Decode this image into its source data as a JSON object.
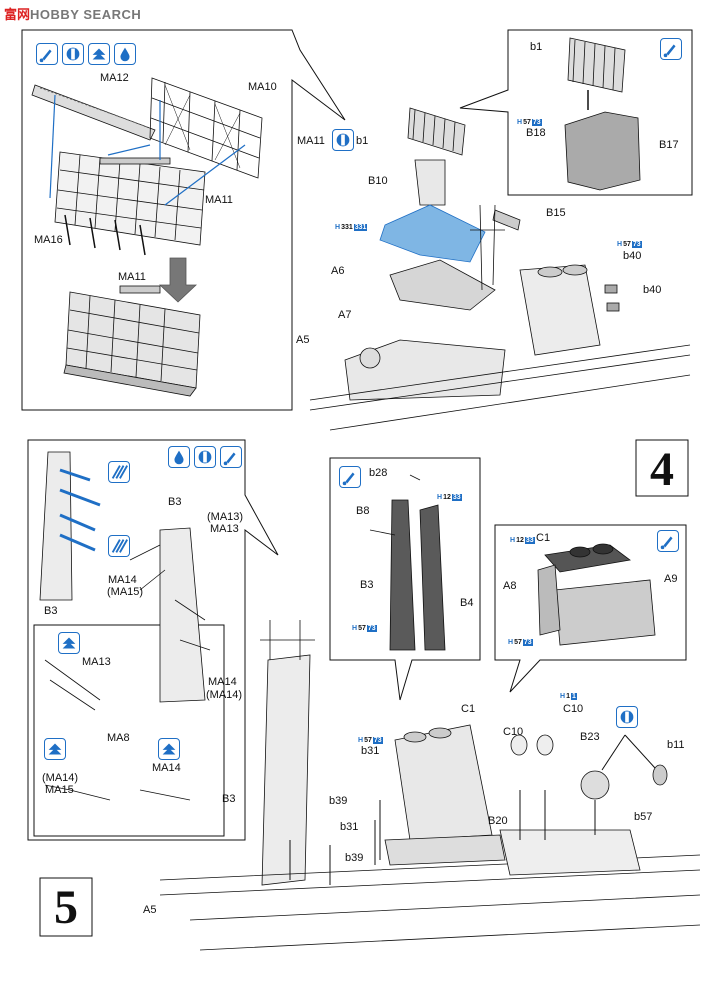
{
  "watermark": {
    "prefix": "富",
    "text": "OBBY SEARCH",
    "middle": "网",
    "lead": "H"
  },
  "steps": {
    "four": "4",
    "five": "5"
  },
  "colors": {
    "accent_blue": "#1f6fc5",
    "highlight_blue": "#7fb6e4",
    "line": "#111111",
    "part_gray": "#9a9a9a",
    "part_dark": "#5a5a5a"
  },
  "icons": {
    "callout_a": [
      "glue-tube-icon",
      "rotate-both-sides-icon",
      "fold-up-icon",
      "paint-drop-icon"
    ],
    "callout_b1": [
      "glue-tube-icon"
    ],
    "ma11_side": [
      "rotate-both-sides-icon"
    ],
    "step5_top": [
      "paint-drop-icon",
      "rotate-both-sides-icon",
      "glue-tube-icon"
    ],
    "step5_small": [
      "fold-up-icon",
      "fold-up-icon",
      "fold-up-icon"
    ],
    "b28_box": [
      "glue-tube-icon"
    ],
    "c1_box": [
      "glue-tube-icon"
    ],
    "b11": [
      "rotate-both-sides-icon"
    ],
    "b3_side": [
      "hatch-etch-icon",
      "hatch-etch-icon"
    ]
  },
  "badges": {
    "h57_73": {
      "h": "H",
      "n1": "57",
      "n2": "73"
    },
    "h331": {
      "h": "H",
      "n1": "331",
      "n2": "331"
    },
    "h12_33": {
      "h": "H",
      "n1": "12",
      "n2": "33"
    },
    "h1_1": {
      "h": "H",
      "n1": "1",
      "n2": "1"
    }
  },
  "labels": {
    "ma12": "MA12",
    "ma10": "MA10",
    "ma11": "MA11",
    "ma16": "MA16",
    "ma11b": "MA11",
    "ma11_side": "MA11",
    "b1_side": "b1",
    "b10": "B10",
    "b15": "B15",
    "a6": "A6",
    "a7": "A7",
    "a5": "A5",
    "b40a": "b40",
    "b40b": "b40",
    "b1_box": "b1",
    "b18": "B18",
    "b17": "B17",
    "b3_left": "B3",
    "b3_mid": "B3",
    "ma13p": "(MA13)",
    "ma13": "MA13",
    "ma14": "MA14",
    "ma15p": "(MA15)",
    "ma14b": "MA14",
    "ma14p": "(MA14)",
    "ma13_box": "MA13",
    "ma8": "MA8",
    "ma14_box_p": "(MA14)",
    "ma15": "MA15",
    "ma14_box": "MA14",
    "b28": "b28",
    "b8": "B8",
    "b3_box": "B3",
    "b4": "B4",
    "c1_box": "C1",
    "a8": "A8",
    "a9": "A9",
    "c1": "C1",
    "c10a": "C10",
    "c10b": "C10",
    "b23": "B23",
    "b11": "b11",
    "b31a": "b31",
    "b39a": "b39",
    "b31b": "b31",
    "b39b": "b39",
    "b20": "B20",
    "b57": "b57",
    "b3_low": "B3",
    "a5_low": "A5"
  }
}
